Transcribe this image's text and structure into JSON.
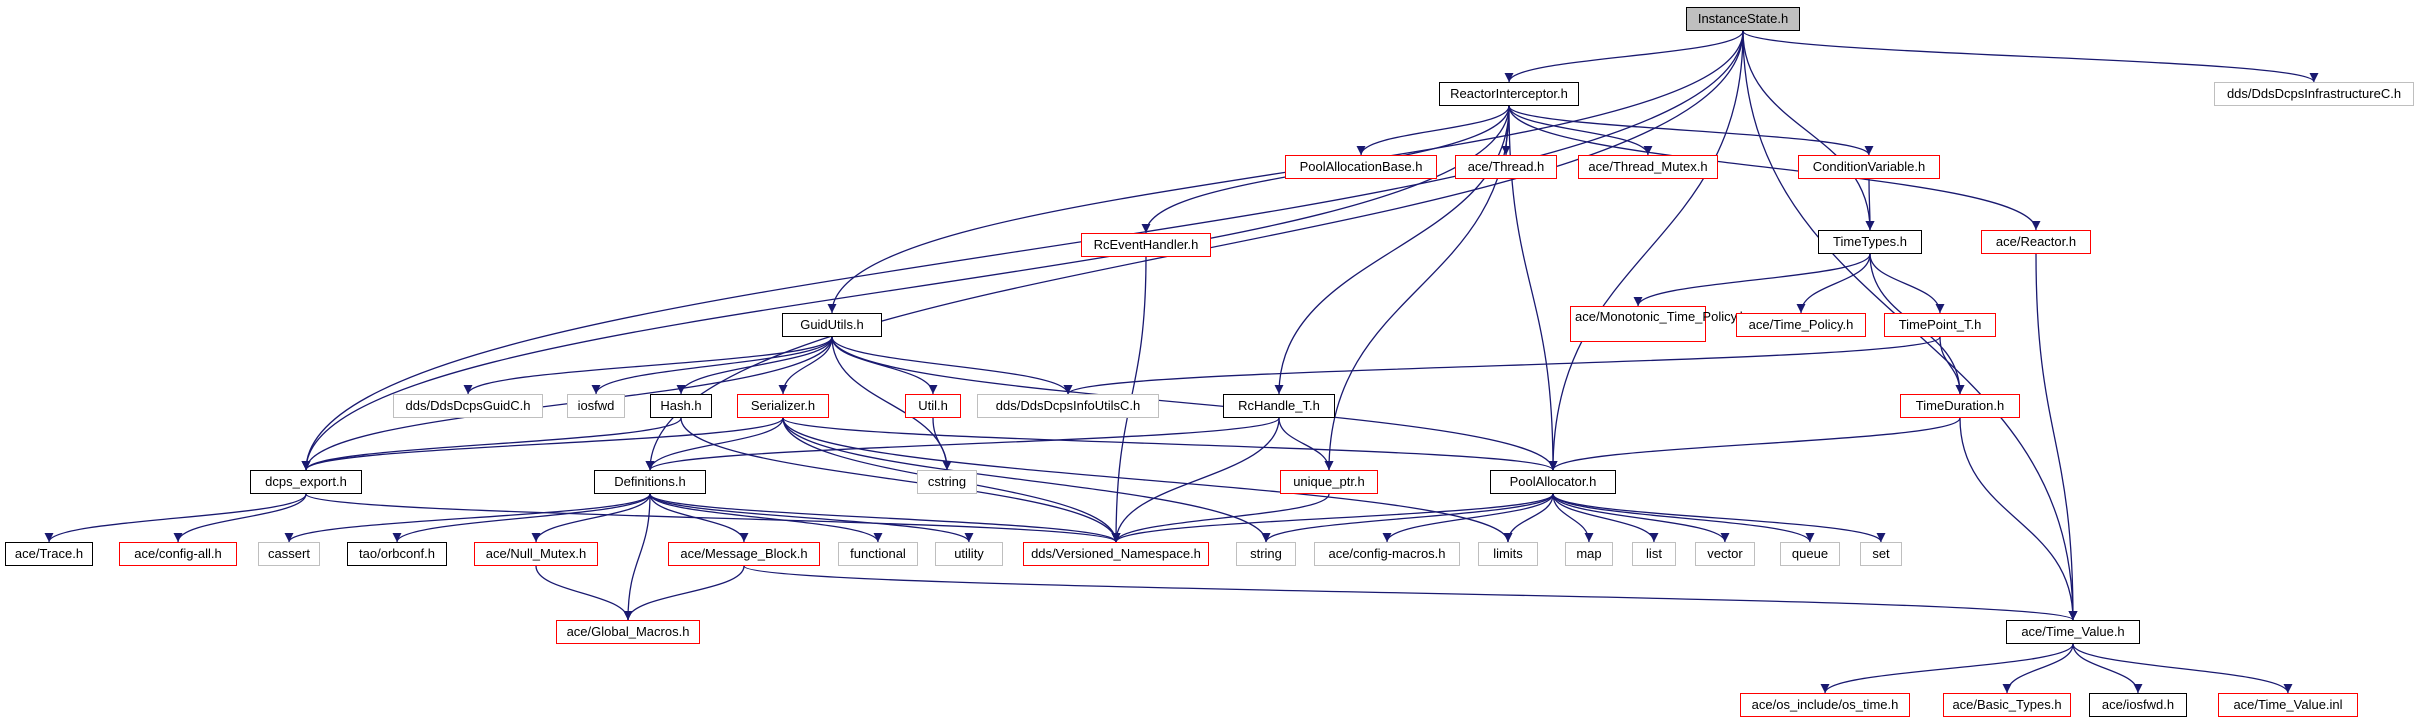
{
  "title": "InstanceState.h",
  "colors": {
    "edge": "#191970",
    "root_fill": "#bfbfbf",
    "local_border": "#000000",
    "incomplete_border": "#ff0000",
    "external_border": "#bfbfbf"
  },
  "nodes": {
    "instance_state": "InstanceState.h",
    "reactor_interceptor": "ReactorInterceptor.h",
    "dds_infra": "dds/DdsDcpsInfrastructureC.h",
    "pool_allocation_base": "PoolAllocationBase.h",
    "ace_thread": "ace/Thread.h",
    "ace_thread_mutex": "ace/Thread_Mutex.h",
    "condition_variable": "ConditionVariable.h",
    "ace_reactor": "ace/Reactor.h",
    "rc_event_handler": "RcEventHandler.h",
    "time_types": "TimeTypes.h",
    "ace_monotonic": "ace/Monotonic_Time_Policy.h",
    "ace_time_policy": "ace/Time_Policy.h",
    "time_point": "TimePoint_T.h",
    "guid_utils": "GuidUtils.h",
    "dds_guid": "dds/DdsDcpsGuidC.h",
    "iosfwd": "iosfwd",
    "hash": "Hash.h",
    "serializer": "Serializer.h",
    "util": "Util.h",
    "dds_info_utils": "dds/DdsDcpsInfoUtilsC.h",
    "rc_handle": "RcHandle_T.h",
    "time_duration": "TimeDuration.h",
    "cstring": "cstring",
    "dcps_export": "dcps_export.h",
    "definitions": "Definitions.h",
    "unique_ptr": "unique_ptr.h",
    "pool_allocator": "PoolAllocator.h",
    "ace_trace": "ace/Trace.h",
    "ace_config_all": "ace/config-all.h",
    "cassert": "cassert",
    "tao_orbconf": "tao/orbconf.h",
    "ace_null_mutex": "ace/Null_Mutex.h",
    "ace_message_block": "ace/Message_Block.h",
    "functional": "functional",
    "utility": "utility",
    "dds_versioned": "dds/Versioned_Namespace.h",
    "string": "string",
    "ace_config_macros": "ace/config-macros.h",
    "limits": "limits",
    "map": "map",
    "list": "list",
    "vector": "vector",
    "queue": "queue",
    "set": "set",
    "ace_global_macros": "ace/Global_Macros.h",
    "ace_time_value": "ace/Time_Value.h",
    "ace_os_time": "ace/os_include/os_time.h",
    "ace_basic_types": "ace/Basic_Types.h",
    "ace_iosfwd": "ace/iosfwd.h",
    "ace_time_value_inl": "ace/Time_Value.inl"
  }
}
